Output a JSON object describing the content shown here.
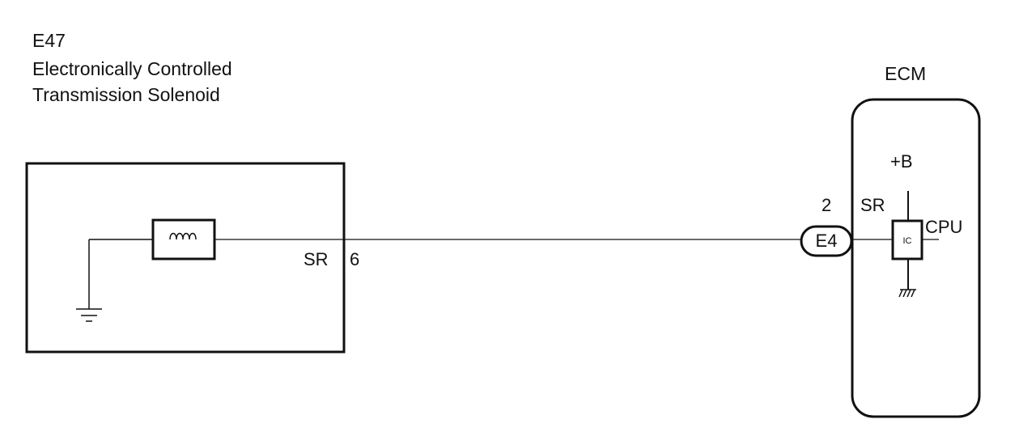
{
  "component": {
    "code": "E47",
    "name_line1": "Electronically Controlled",
    "name_line2": "Transmission Solenoid",
    "pin_signal": "SR",
    "pin_number": "6"
  },
  "ecm": {
    "title": "ECM",
    "connector": "E4",
    "pin_number": "2",
    "pin_signal": "SR",
    "supply": "+B",
    "ic_label": "IC",
    "cpu_label": "CPU"
  }
}
